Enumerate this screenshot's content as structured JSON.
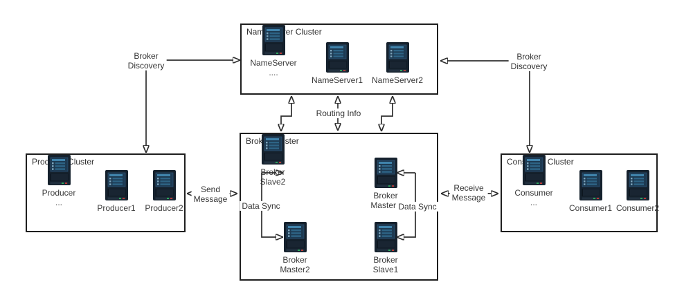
{
  "clusters": {
    "nameserver": {
      "title": "NameServer Cluster",
      "nodes": [
        {
          "label": [
            "NameServer1"
          ]
        },
        {
          "label": [
            "NameServer2"
          ]
        },
        {
          "label": [
            "NameServer",
            "...."
          ]
        }
      ]
    },
    "broker": {
      "title": "Broker Cluster",
      "nodes": [
        {
          "label": [
            "Broker",
            "Master1"
          ]
        },
        {
          "label": [
            "Broker",
            "Master2"
          ]
        },
        {
          "label": [
            "Broker",
            "Slave1"
          ]
        },
        {
          "label": [
            "Broker",
            "Slave2"
          ]
        }
      ]
    },
    "producer": {
      "title": "Producer Cluster",
      "nodes": [
        {
          "label": [
            "Producer1"
          ]
        },
        {
          "label": [
            "Producer2"
          ]
        },
        {
          "label": [
            "Producer",
            "..."
          ]
        }
      ]
    },
    "consumer": {
      "title": "Consumer Cluster",
      "nodes": [
        {
          "label": [
            "Consumer1"
          ]
        },
        {
          "label": [
            "Consumer2"
          ]
        },
        {
          "label": [
            "Consumer",
            "..."
          ]
        }
      ]
    }
  },
  "edge_labels": {
    "broker_discovery_left": [
      "Broker",
      "Discovery"
    ],
    "broker_discovery_right": [
      "Broker",
      "Discovery"
    ],
    "routing_info": [
      "Routing Info"
    ],
    "send_message": [
      "Send",
      "Message"
    ],
    "receive_message": [
      "Receive",
      "Message"
    ],
    "data_sync_left": [
      "Data Sync"
    ],
    "data_sync_right": [
      "Data Sync"
    ]
  },
  "icons": {
    "server_icon": "server-rack with status leds"
  },
  "colors": {
    "box_border": "#1e1e1e",
    "arrow": "#2e2e2e",
    "text": "#383838",
    "server_body": "#15212d",
    "server_panel": "#1d3a52",
    "server_bar": "#2e6486",
    "server_bar_bright": "#4083ab",
    "led_green": "#2fae5d",
    "led_red": "#c23b36"
  }
}
